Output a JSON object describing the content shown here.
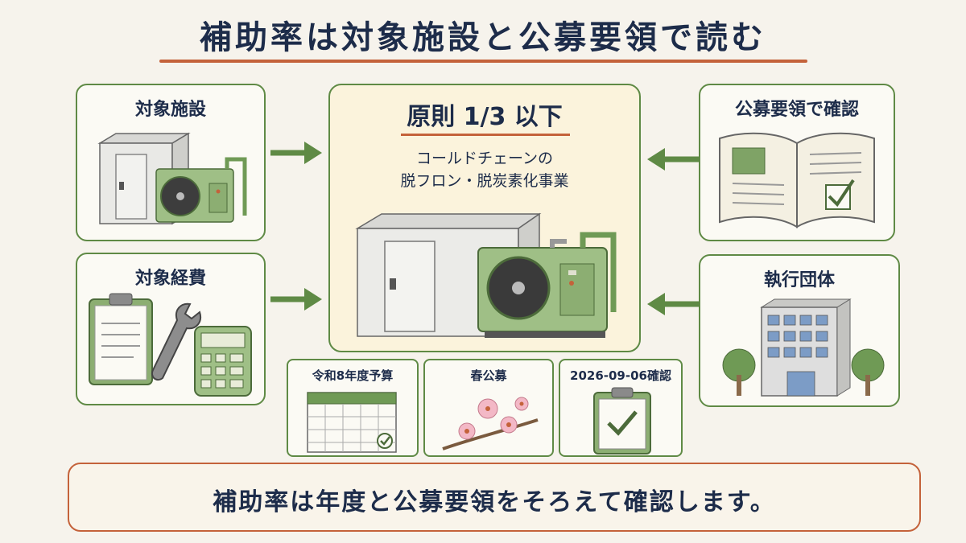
{
  "title": "補助率は対象施設と公募要領で読む",
  "cards": {
    "facility": "対象施設",
    "expenses": "対象経費",
    "guidelines": "公募要領で確認",
    "organization": "執行団体"
  },
  "center": {
    "headline": "原則 1/3 以下",
    "sub_line1": "コールドチェーンの",
    "sub_line2": "脱フロン・脱炭素化事業"
  },
  "small_cards": {
    "budget": "令和8年度予算",
    "spring": "春公募",
    "confirmed": "2026-09-06確認"
  },
  "footer": "補助率は年度と公募要領をそろえて確認します。",
  "colors": {
    "accent_green": "#5f8a45",
    "accent_orange": "#c4623a",
    "title_navy": "#1d2c4a"
  }
}
